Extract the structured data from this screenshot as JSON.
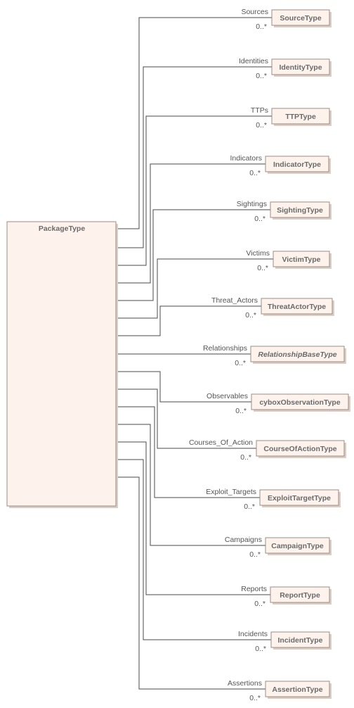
{
  "package": {
    "name": "PackageType"
  },
  "relations": [
    {
      "label": "Sources",
      "multiplicity": "0..*",
      "target": "SourceType",
      "italic": false
    },
    {
      "label": "Identities",
      "multiplicity": "0..*",
      "target": "IdentityType",
      "italic": false
    },
    {
      "label": "TTPs",
      "multiplicity": "0..*",
      "target": "TTPType",
      "italic": false
    },
    {
      "label": "Indicators",
      "multiplicity": "0..*",
      "target": "IndicatorType",
      "italic": false
    },
    {
      "label": "Sightings",
      "multiplicity": "0..*",
      "target": "SightingType",
      "italic": false
    },
    {
      "label": "Victims",
      "multiplicity": "0..*",
      "target": "VictimType",
      "italic": false
    },
    {
      "label": "Threat_Actors",
      "multiplicity": "0..*",
      "target": "ThreatActorType",
      "italic": false
    },
    {
      "label": "Relationships",
      "multiplicity": "0..*",
      "target": "RelationshipBaseType",
      "italic": true
    },
    {
      "label": "Observables",
      "multiplicity": "0..*",
      "target": "cyboxObservationType",
      "italic": false
    },
    {
      "label": "Courses_Of_Action",
      "multiplicity": "0..*",
      "target": "CourseOfActionType",
      "italic": false
    },
    {
      "label": "Exploit_Targets",
      "multiplicity": "0..*",
      "target": "ExploitTargetType",
      "italic": false
    },
    {
      "label": "Campaigns",
      "multiplicity": "0..*",
      "target": "CampaignType",
      "italic": false
    },
    {
      "label": "Reports",
      "multiplicity": "0..*",
      "target": "ReportType",
      "italic": false
    },
    {
      "label": "Incidents",
      "multiplicity": "0..*",
      "target": "IncidentType",
      "italic": false
    },
    {
      "label": "Assertions",
      "multiplicity": "0..*",
      "target": "AssertionType",
      "italic": false
    }
  ]
}
